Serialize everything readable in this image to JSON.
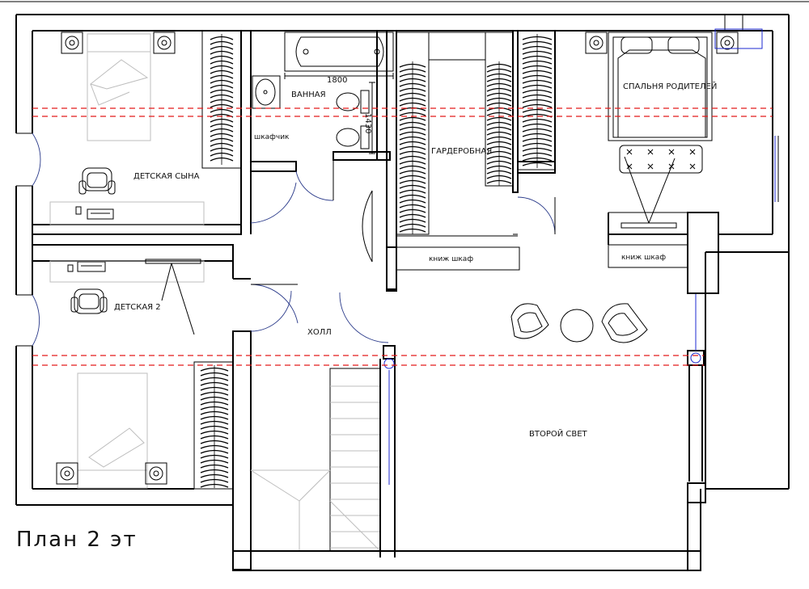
{
  "plan_title": "План 2 эт",
  "rooms": {
    "kids_son": "ДЕТСКАЯ СЫНА",
    "kids_2": "ДЕТСКАЯ 2",
    "bath": "ВАННАЯ",
    "cabinet": "шкафчик",
    "wardrobe": "ГАРДЕРОБНАЯ",
    "parents_bedroom": "СПАЛЬНЯ РОДИТЕЛЕЙ",
    "bookcase_1": "книж шкаф",
    "bookcase_2": "книж шкаф",
    "hall": "ХОЛЛ",
    "second_light": "ВТОРОЙ СВЕТ"
  },
  "dimensions": {
    "bath_length": "1800",
    "bath_width": "1430"
  },
  "colors": {
    "section_line": "#e31b1b",
    "door_arc": "#2a3a8a",
    "wall": "#000000"
  }
}
